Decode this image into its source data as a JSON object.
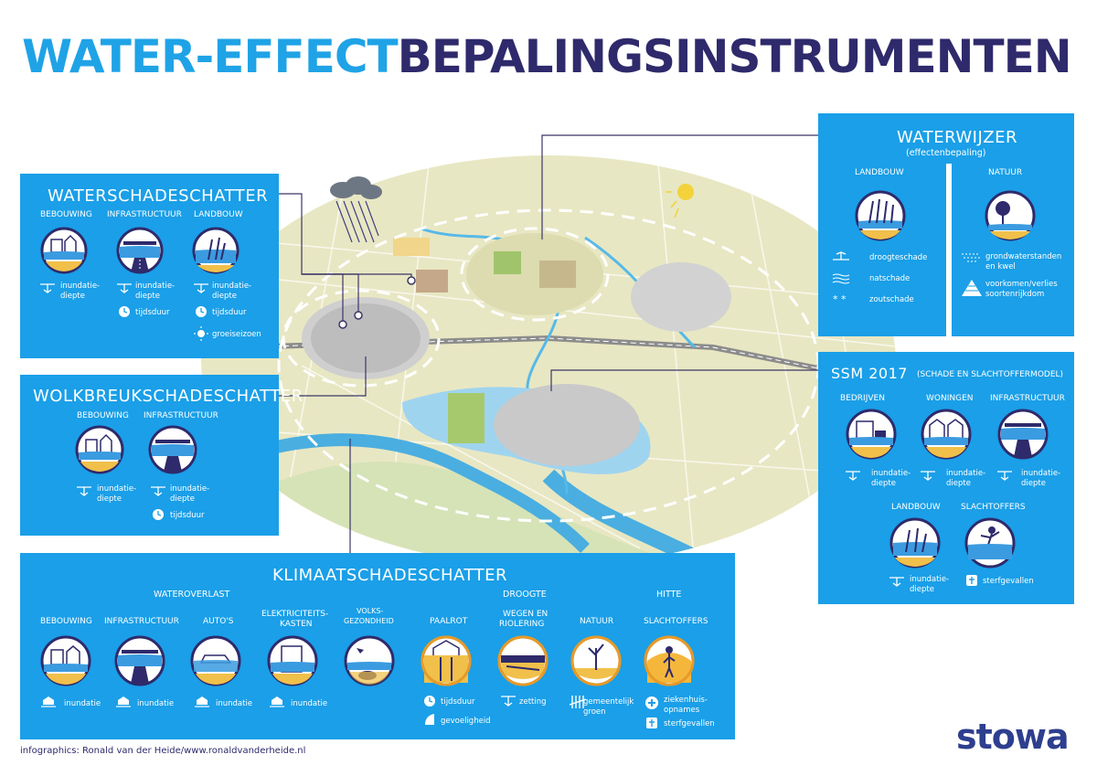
{
  "title": {
    "part1": "WATER-EFFECT",
    "part2": "BEPALINGSINSTRUMENTEN"
  },
  "credit": "infographics: Ronald van der Heide/www.ronaldvanderheide.nl",
  "logo": "stowa",
  "colors": {
    "panel": "#1a9fe8",
    "title_light": "#1fa3e6",
    "title_dark": "#2e2a6b",
    "map_land": "#e7e6c1",
    "water": "#57b9e8"
  },
  "waterschadeschatter": {
    "title": "WATERSCHADESCHATTER",
    "cats": [
      "BEBOUWING",
      "INFRASTRUCTUUR",
      "LANDBOUW"
    ],
    "legend": [
      "inundatie-",
      "diepte",
      "inundatie-",
      "diepte",
      "tijdsduur",
      "inundatie-",
      "diepte",
      "tijdsduur",
      "groeiseizoen"
    ]
  },
  "wolkbreuk": {
    "title": "WOLKBREUKSCHADESCHATTER",
    "cats": [
      "BEBOUWING",
      "INFRASTRUCTUUR"
    ],
    "legend": [
      "inundatie-",
      "diepte",
      "inundatie-",
      "diepte",
      "tijdsduur"
    ]
  },
  "waterwijzer": {
    "title": "WATERWIJZER",
    "subtitle": "(effectenbepaling)",
    "cats": [
      "LANDBOUW",
      "NATUUR"
    ],
    "legend": [
      "droogteschade",
      "natschade",
      "zoutschade",
      "grondwaterstanden",
      "en kwel",
      "voorkomen/verlies",
      "soortenrijkdom"
    ]
  },
  "ssm": {
    "title": "SSM 2017",
    "subtitle": "(SCHADE EN SLACHTOFFERMODEL)",
    "cats": [
      "BEDRIJVEN",
      "WONINGEN",
      "INFRASTRUCTUUR",
      "LANDBOUW",
      "SLACHTOFFERS"
    ],
    "legend": [
      "inundatie-",
      "diepte",
      "inundatie-",
      "diepte",
      "inundatie-",
      "diepte",
      "inundatie-",
      "diepte",
      "sterfgevallen"
    ]
  },
  "klimaat": {
    "title": "KLIMAATSCHADESCHATTER",
    "groups": [
      "WATEROVERLAST",
      "DROOGTE",
      "HITTE"
    ],
    "cats": [
      "BEBOUWING",
      "INFRASTRUCTUUR",
      "AUTO'S",
      "ELEKTRICITEITS-",
      "KASTEN",
      "VOLKS-",
      "GEZONDHEID",
      "PAALROT",
      "WEGEN EN",
      "RIOLERING",
      "NATUUR",
      "SLACHTOFFERS"
    ],
    "legend": [
      "inundatie",
      "inundatie",
      "inundatie",
      "inundatie",
      "tijdsduur",
      "gevoeligheid",
      "zetting",
      "gemeentelijk",
      "groen",
      "ziekenhuis-",
      "opnames",
      "sterfgevallen"
    ]
  }
}
